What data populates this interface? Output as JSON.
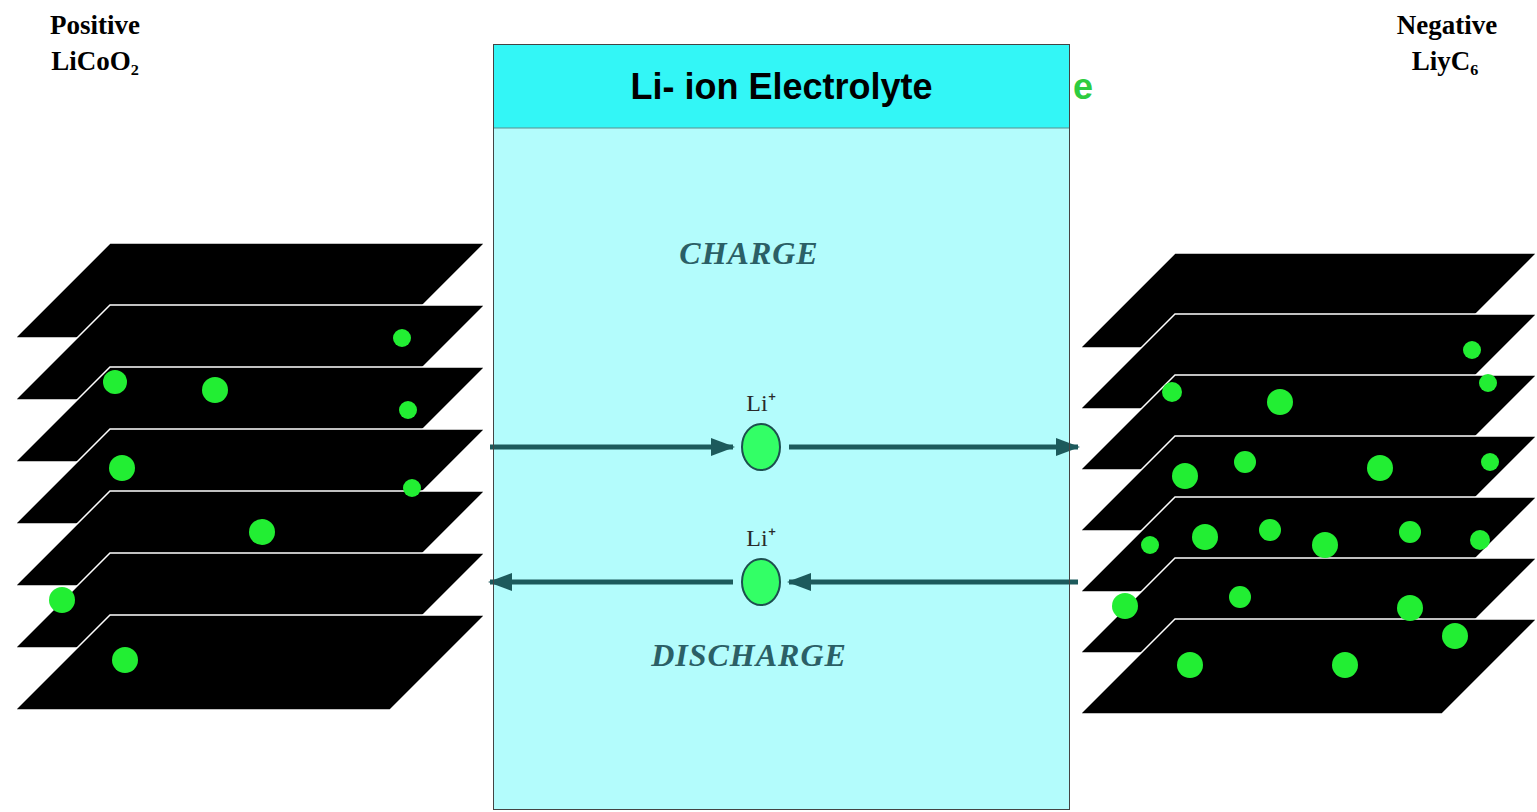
{
  "diagram": {
    "nodes": [
      {
        "text": [
          "Positive",
          "LiCoO₂"
        ]
      },
      {
        "text": [
          "Li- ion Electrolyte",
          "CHARGE",
          "DISCHARGE"
        ]
      },
      {
        "text": [
          "Li⁺"
        ],
        "in": 1
      },
      {
        "text": [
          "Li⁺"
        ],
        "in": 1
      },
      {
        "text": [
          "Negative",
          "LiyC₆"
        ]
      }
    ],
    "edges": [
      {
        "from": 0,
        "to": 2,
        "arrow": "to"
      },
      {
        "from": 2,
        "to": 4,
        "arrow": "to"
      },
      {
        "from": 4,
        "to": 3,
        "arrow": "to"
      },
      {
        "from": 3,
        "to": 0,
        "arrow": "to"
      }
    ],
    "labels": [
      "e"
    ]
  }
}
